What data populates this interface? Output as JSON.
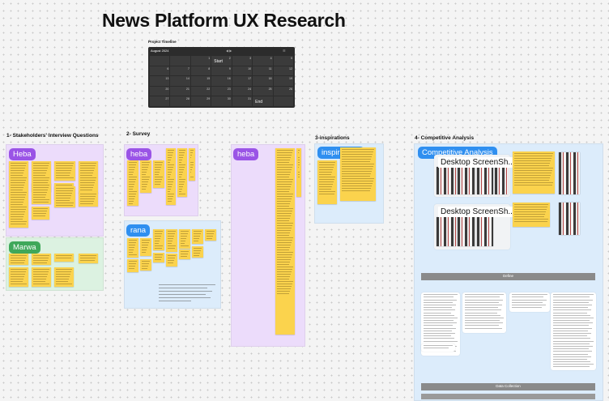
{
  "title": "News Platform UX Research",
  "timeline": {
    "label": "Project Timeline",
    "month": "August 2024",
    "start_label": "Start",
    "end_label": "End",
    "days": [
      "",
      "",
      "1",
      "2",
      "3",
      "4",
      "5",
      "6",
      "7",
      "8",
      "9",
      "10",
      "11",
      "12",
      "13",
      "14",
      "15",
      "16",
      "17",
      "18",
      "19",
      "20",
      "21",
      "22",
      "23",
      "24",
      "25",
      "26",
      "27",
      "28",
      "29",
      "30",
      "31",
      "",
      ""
    ]
  },
  "sections": {
    "interviews": {
      "title": "1- Stakeholders' Interview Questions",
      "tag1": "Heba",
      "tag2": "Marwa"
    },
    "survey": {
      "title": "2- Survey",
      "tag1": "heba",
      "tag2": "rana",
      "tag3": "heba"
    },
    "inspirations": {
      "title": "3-inspirations",
      "tag": "inspirations"
    },
    "competitive": {
      "title": "4- Competitive Analysis",
      "tag": "Competitive Analysis",
      "shot1": "Desktop ScreenSh...",
      "shot2": "Desktop ScreenSh...",
      "bar1": "Define",
      "bar2": "Data Collection",
      "bar3": ""
    }
  },
  "colors": {
    "purple_frame": "#ecdcfb",
    "green_frame": "#dcf2e1",
    "blue_frame": "#dcecfb",
    "sticky": "#fbd34d",
    "tag_purple": "#9a54e6",
    "tag_green": "#3fa85a",
    "tag_blue": "#2f8ff0"
  }
}
